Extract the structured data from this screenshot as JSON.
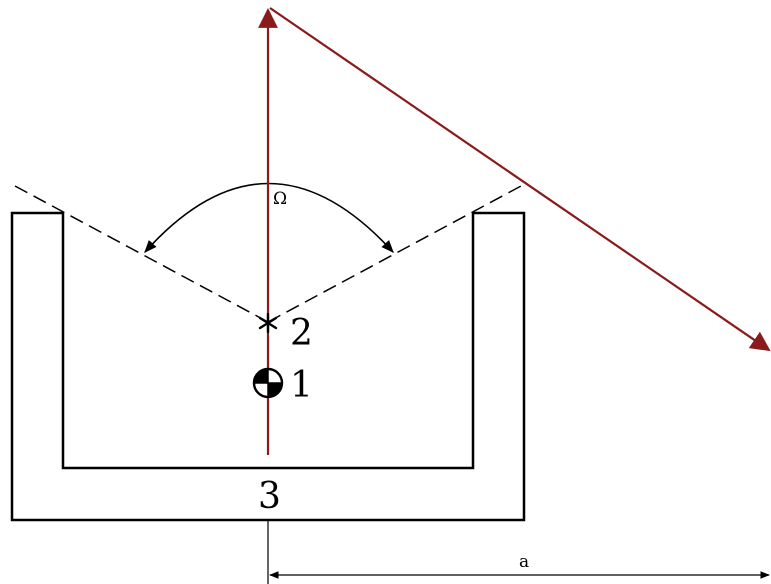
{
  "labels": {
    "source": "1",
    "point": "2",
    "container": "3",
    "solid_angle": "Ω",
    "distance": "a"
  },
  "colors": {
    "ray": "#8b1a1a",
    "lines": "#000000",
    "background": "#ffffff"
  }
}
